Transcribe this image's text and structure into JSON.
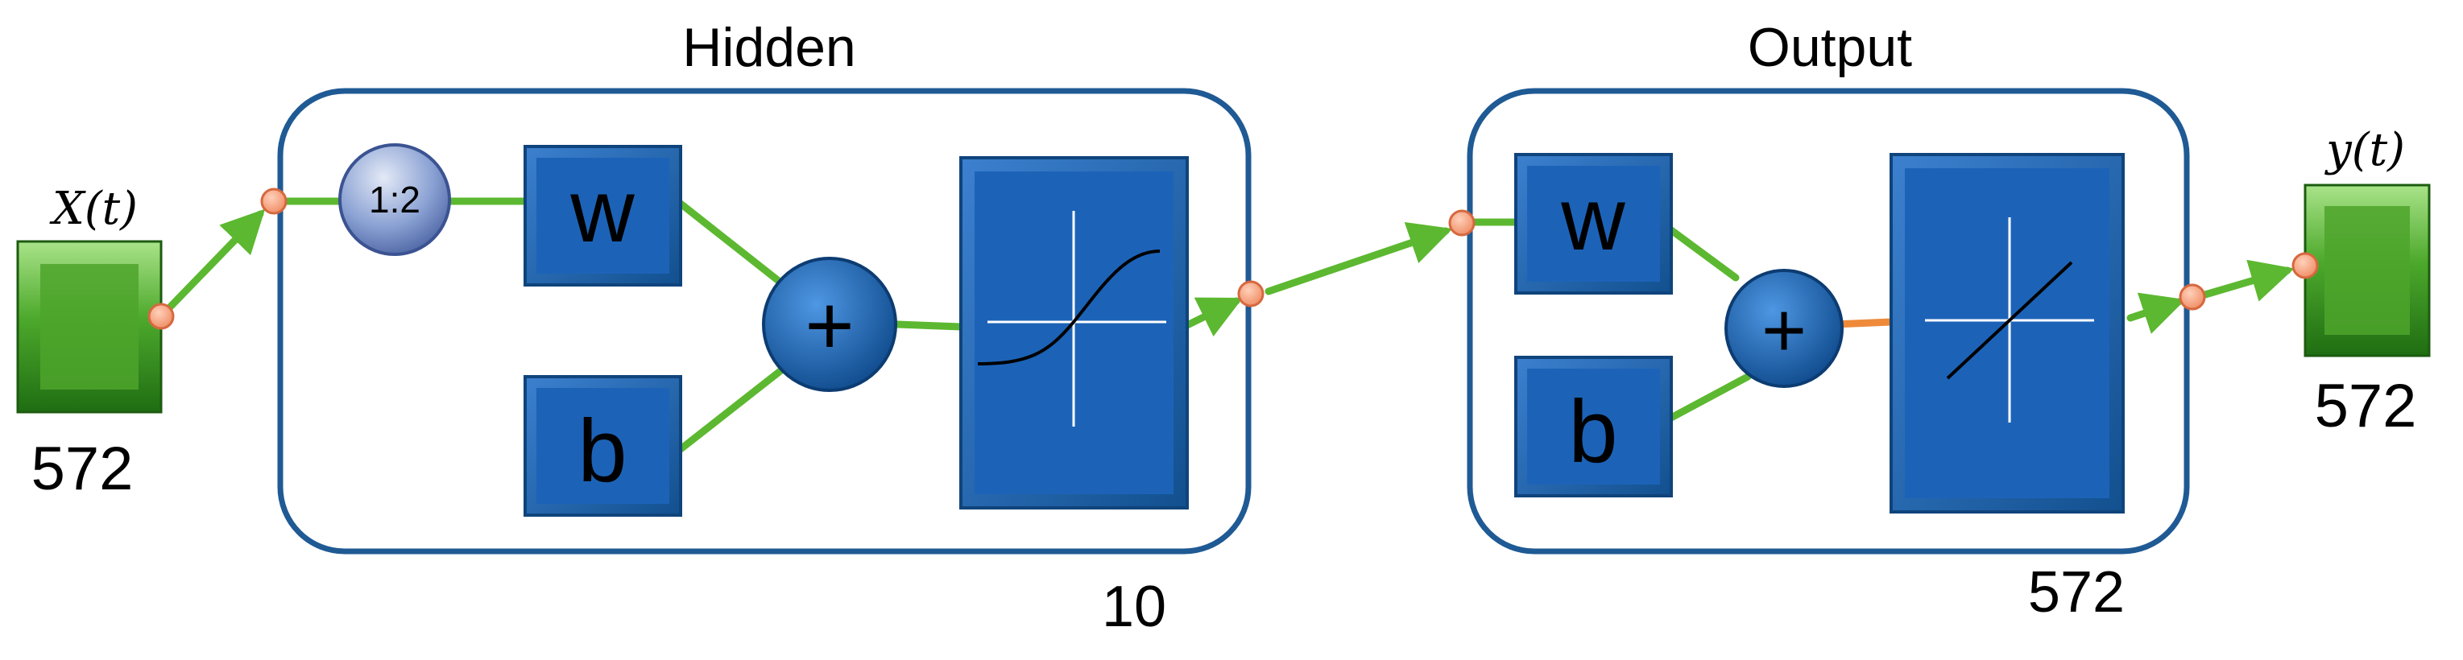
{
  "input": {
    "signal": "X(t)",
    "size": "572"
  },
  "hidden": {
    "title": "Hidden",
    "delay": "1:2",
    "weight": "w",
    "bias": "b",
    "sum": "+",
    "size": "10"
  },
  "output": {
    "title": "Output",
    "weight": "w",
    "bias": "b",
    "sum": "+",
    "size": "572"
  },
  "result": {
    "signal": "y(t)",
    "size": "572"
  },
  "colors": {
    "frame": "#1f5a94",
    "block": "#1c63b8",
    "green_wire": "#5cb830",
    "orange_wire": "#ee8a3a",
    "node": "#f4a07c",
    "io_box": "#3f9b24"
  }
}
